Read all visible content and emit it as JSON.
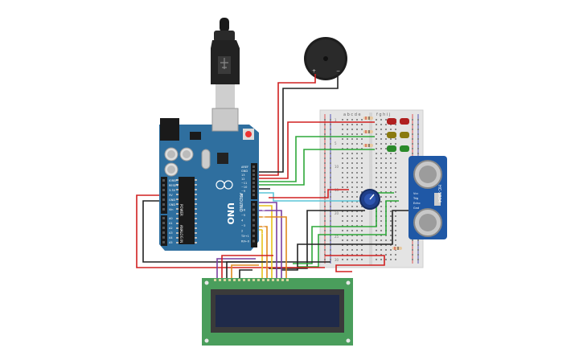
{
  "arduino": {
    "brand": "ARDUINO",
    "model": "UNO",
    "pin_labels_top": [
      "AREF",
      "GND",
      "13",
      "12",
      "~11",
      "~10",
      "~9",
      "8"
    ],
    "pin_labels_bottom": [
      "7",
      "~6",
      "~5",
      "4",
      "~3",
      "2",
      "TX→1",
      "RX←0"
    ],
    "digital_label": "DIGITAL (PWM~)",
    "power_pins": [
      "IOREF",
      "RESET",
      "3.3V",
      "5V",
      "GND",
      "GND",
      "Vin"
    ],
    "power_label": "POWER",
    "analog_pins": [
      "A0",
      "A1",
      "A2",
      "A3",
      "A4",
      "A5"
    ],
    "analog_label": "ANALOG IN"
  },
  "breadboard": {
    "col_letters_left": "a b c d e",
    "col_letters_right": "f g h i j",
    "row_numbers": [
      "1",
      "5",
      "10",
      "15",
      "20",
      "25",
      "30"
    ]
  },
  "sensor": {
    "label": "HC-SR04",
    "pins": [
      "Vcc",
      "Trig",
      "Echo",
      "Gnd"
    ]
  },
  "buzzer": {
    "pos": "+",
    "neg": "−"
  },
  "colors": {
    "board": "#2f6f9f",
    "lcd_pcb": "#4a9e5c",
    "lcd_screen": "#1f2a4a",
    "wire_red": "#d02020",
    "wire_black": "#222222",
    "wire_green": "#2fa83a",
    "wire_orange": "#e08a1e",
    "wire_yellow": "#e6c21a",
    "wire_purple": "#7a3fa0",
    "wire_cyan": "#5bc6d8"
  }
}
